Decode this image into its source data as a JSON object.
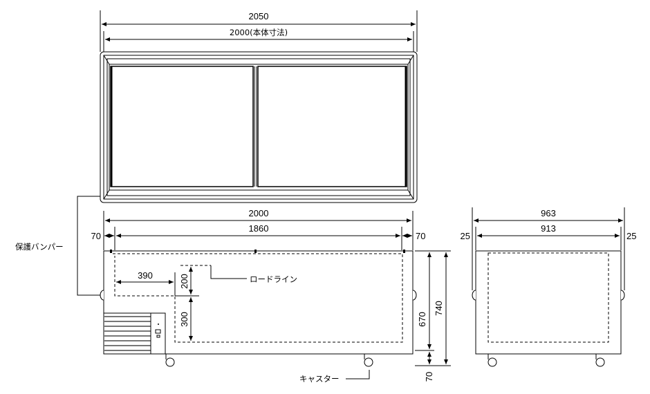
{
  "top_view": {
    "overall_width": "2050",
    "body_width": "2000(本体寸法)"
  },
  "front_view": {
    "width": "2000",
    "inner_width": "1860",
    "left_margin": "70",
    "right_margin": "70",
    "load_offset": "390",
    "load_upper": "200",
    "load_lower": "300",
    "inner_height": "670",
    "total_height": "740",
    "caster_height": "70"
  },
  "side_view": {
    "width": "963",
    "inner_width": "913",
    "left_margin": "25",
    "right_margin": "25"
  },
  "labels": {
    "bumper": "保護バンパー",
    "load_line": "ロードライン",
    "caster": "キャスター"
  },
  "colors": {
    "line": "#000000",
    "background": "#ffffff"
  }
}
